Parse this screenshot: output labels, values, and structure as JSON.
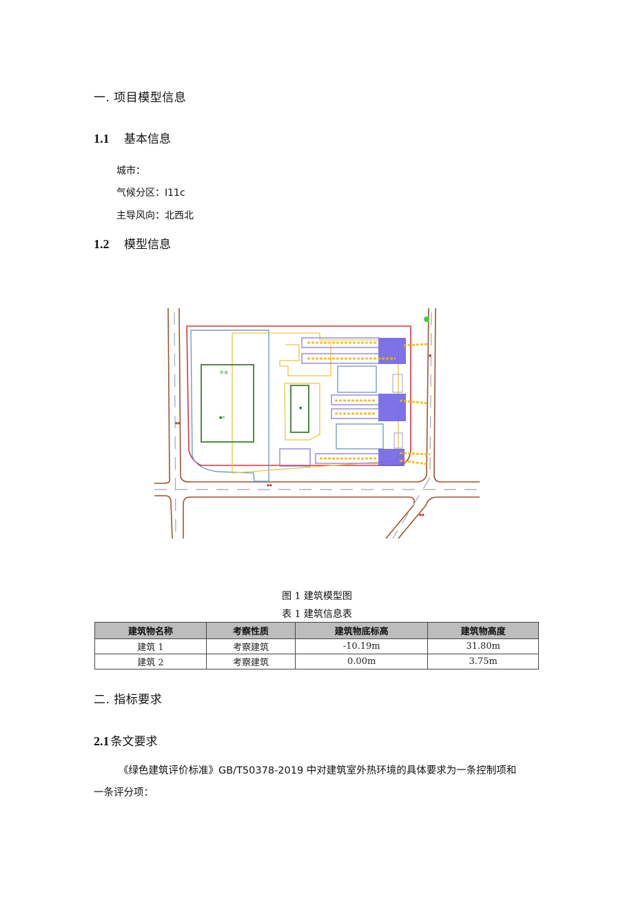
{
  "section1": {
    "title": "一. 项目模型信息",
    "sub1": {
      "num": "1.1",
      "title": "基本信息"
    },
    "basic_info": [
      {
        "label": "城市：",
        "value": ""
      },
      {
        "label": "气候分区：",
        "value": "I11c"
      },
      {
        "label": "主导风向：",
        "value": "北西北"
      }
    ],
    "sub2": {
      "num": "1.2",
      "title": "模型信息"
    },
    "figure": {
      "caption": "图 1 建筑模型图",
      "icon": "site-plan-diagram",
      "colors": {
        "site_boundary": "#e0303a",
        "road": "#a0522d",
        "building_outline": "#6aa0c8",
        "green_outline": "#2e7d32",
        "annotation": "#f5b800",
        "highlight_block": "#7b68ee"
      }
    },
    "table": {
      "caption": "表 1 建筑信息表",
      "headers": [
        "建筑物名称",
        "考察性质",
        "建筑物底标高",
        "建筑物高度"
      ],
      "rows": [
        [
          "建筑 1",
          "考察建筑",
          "-10.19m",
          "31.80m"
        ],
        [
          "建筑 2",
          "考察建筑",
          "0.00m",
          "3.75m"
        ]
      ]
    }
  },
  "section2": {
    "title": "二. 指标要求",
    "sub1": {
      "num": "2.1",
      "title": "条文要求"
    },
    "paragraph_line1": "《绿色建筑评价标准》GB/T50378-2019 中对建筑室外热环境的具体要求为一条控制项和",
    "paragraph_line2": "一条评分项："
  }
}
